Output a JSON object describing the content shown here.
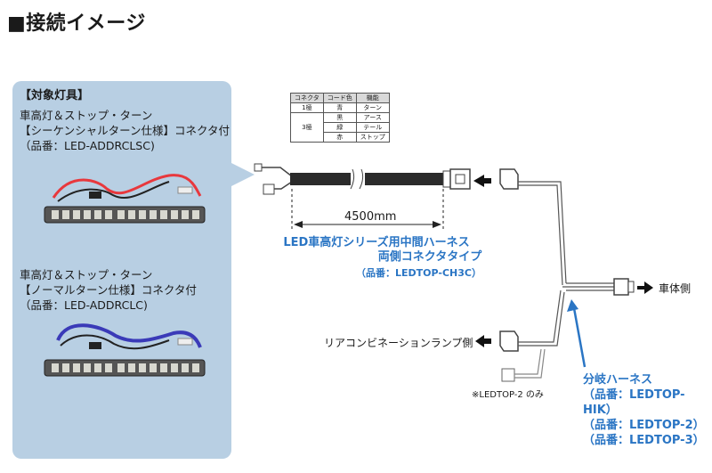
{
  "title": "■接続イメージ",
  "panel": {
    "heading": "【対象灯具】",
    "item1": {
      "line1": "車高灯＆ストップ・ターン",
      "line2": "【シーケンシャルターン仕様】コネクタ付",
      "line3": "（品番：LED-ADDRCLSC)"
    },
    "item2": {
      "line1": "車高灯＆ストップ・ターン",
      "line2": "【ノーマルターン仕様】コネクタ付",
      "line3": "（品番：LED-ADDRCLC)"
    }
  },
  "connector_table": {
    "headers": [
      "コネクタ",
      "コード色",
      "機能"
    ],
    "rows": [
      {
        "pin": "1極",
        "color": "青",
        "function": "ターン"
      },
      {
        "pin": "3極",
        "color": "黒",
        "function": "アース"
      },
      {
        "pin": "",
        "color": "緑",
        "function": "テール"
      },
      {
        "pin": "",
        "color": "赤",
        "function": "ストップ"
      }
    ]
  },
  "dimension": "4500mm",
  "cable": {
    "name_line1": "LED車高灯シリーズ用中間ハーネス",
    "name_line2": "両側コネクタタイプ",
    "part": "（品番：LEDTOP-CH3C）"
  },
  "vehicle_side": "車体側",
  "rear_lamp_side": "リアコンビネーションランプ側",
  "ledtop2_note": "※LEDTOP-2 のみ",
  "branch": {
    "name": "分岐ハーネス",
    "part1": "（品番：LEDTOP-HIK）",
    "part2": "（品番：LEDTOP-2）",
    "part3": "（品番：LEDTOP-3）"
  },
  "colors": {
    "accent_blue": "#2a75c4",
    "panel_bg": "#b8cfe3",
    "wire_red": "#e8383d",
    "wire_blue": "#3a3ab8"
  }
}
